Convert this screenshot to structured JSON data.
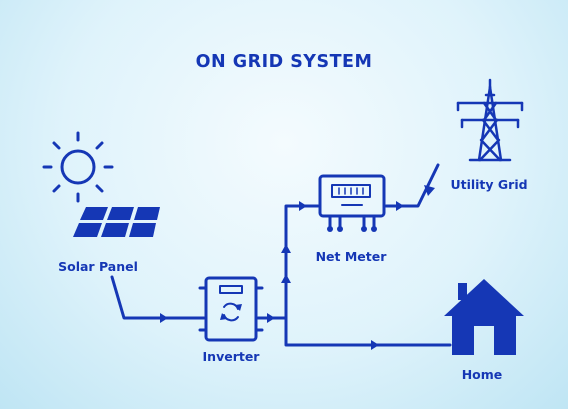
{
  "title": "ON GRID SYSTEM",
  "colors": {
    "primary": "#1537b5",
    "background": "#dff3fb"
  },
  "nodes": {
    "solar_panel": {
      "label": "Solar Panel",
      "icon": "solar-panel-icon"
    },
    "sun": {
      "icon": "sun-icon"
    },
    "inverter": {
      "label": "Inverter",
      "icon": "inverter-icon"
    },
    "net_meter": {
      "label": "Net Meter",
      "icon": "meter-icon"
    },
    "utility_grid": {
      "label": "Utility Grid",
      "icon": "transmission-tower-icon"
    },
    "home": {
      "label": "Home",
      "icon": "house-icon"
    }
  },
  "connections": [
    {
      "from": "solar_panel",
      "to": "inverter"
    },
    {
      "from": "inverter",
      "to": "net_meter"
    },
    {
      "from": "net_meter",
      "to": "utility_grid"
    },
    {
      "from": "utility_grid",
      "to": "net_meter"
    },
    {
      "from": "inverter",
      "to": "home"
    }
  ]
}
